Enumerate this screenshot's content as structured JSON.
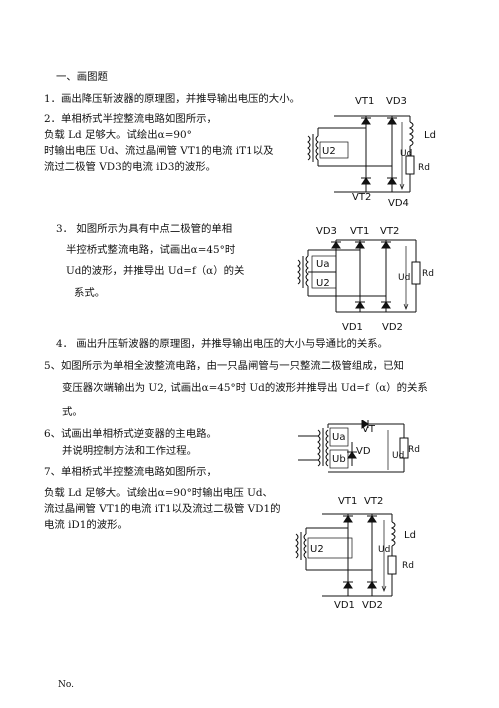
{
  "section_title": "一、画图题",
  "q1": "1．画出降压斩波器的原理图，并推导输出电压的大小。",
  "q2": {
    "line1": "2．单相桥式半控整流电路如图所示，",
    "line2": "负载 Ld 足够大。试绘出α=90°",
    "line3": "时输出电压 Ud、流过晶闸管 VT1的电流 iT1以及",
    "line4": "流过二极管 VD3的电流 iD3的波形。"
  },
  "q3": {
    "line1": "3．      如图所示为具有中点二极管的单相",
    "line2": "半控桥式整流电路，试画出α=45°时",
    "line3": "Ud的波形，并推导出 Ud=f（α）的关",
    "line4": "系式。"
  },
  "q4": "4．      画出升压斩波器的原理图，并推导输出电压的大小与导通比的关系。",
  "q5": {
    "line1": "5、如图所示为单相全波整流电路，由一只晶闸管与一只整流二极管组成，已知",
    "line2": "变压器次端输出为 U2, 试画出α=45°时 Ud的波形并推导出 Ud=f（α）的关系",
    "line3": "式。"
  },
  "q6": {
    "line1": "6、试画出单相桥式逆变器的主电路。",
    "line2": "并说明控制方法和工作过程。"
  },
  "q7": {
    "line1": "7、单相桥式半控整流电路如图所示，",
    "line2": "负载 Ld 足够大。试绘出α=90°时输出电压 Ud、",
    "line3": "流过晶闸管 VT1的电流 iT1以及流过二极管 VD1的",
    "line4": "电流 iD1的波形。"
  },
  "fig1": {
    "vt1": "VT1",
    "vd3": "VD3",
    "ld": "Ld",
    "u2": "U2",
    "ud": "Ud",
    "rd": "Rd",
    "vt2": "VT2",
    "vd4": "VD4"
  },
  "fig2": {
    "vd3": "VD3",
    "vt1": "VT1",
    "vt2": "VT2",
    "ua": "Ua",
    "u2": "U2",
    "ud": "Ud",
    "rd": "Rd",
    "vd1": "VD1",
    "vd2": "VD2"
  },
  "fig3": {
    "ua": "Ua",
    "ub": "Ub",
    "vt": "VT",
    "vd": "VD",
    "ud": "Ud",
    "rd": "Rd"
  },
  "fig4": {
    "vt1": "VT1",
    "vt2": "VT2",
    "ld": "Ld",
    "u2": "U2",
    "ud": "Ud",
    "rd": "Rd",
    "vd1": "VD1",
    "vd2": "VD2"
  },
  "footer": "No."
}
